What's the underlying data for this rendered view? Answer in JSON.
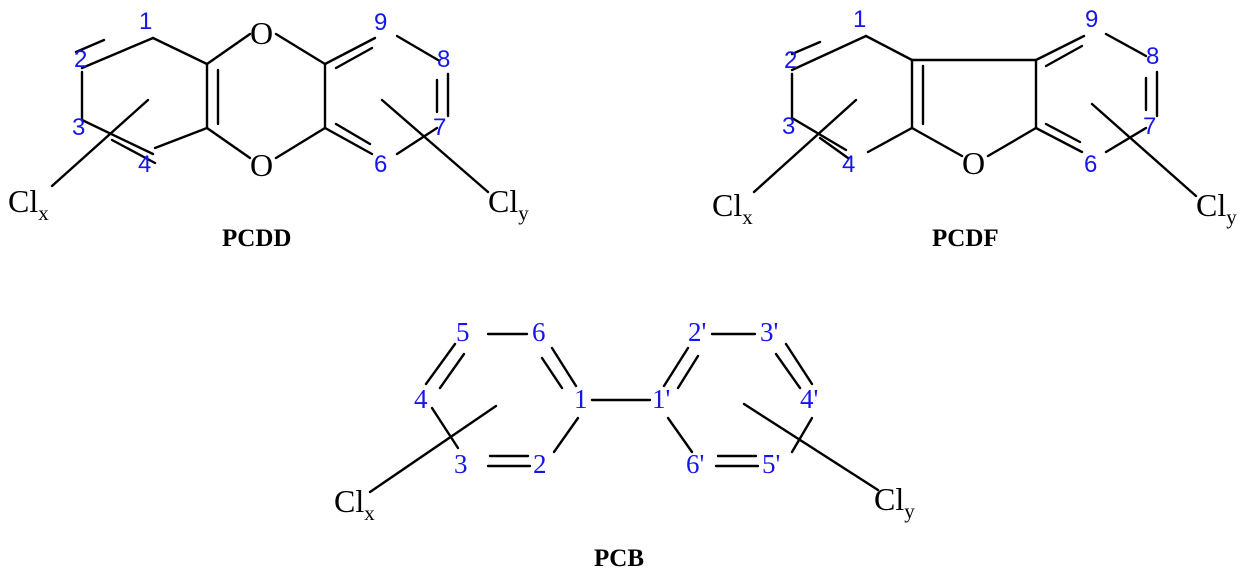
{
  "colors": {
    "numbering": "#1515ee",
    "bonds": "#000000"
  },
  "pcdd": {
    "name": "PCDD",
    "oxygen_label": "O",
    "positions": [
      "1",
      "2",
      "3",
      "4",
      "6",
      "7",
      "8",
      "9"
    ],
    "cl_left": {
      "symbol": "Cl",
      "sub": "x"
    },
    "cl_right": {
      "symbol": "Cl",
      "sub": "y"
    }
  },
  "pcdf": {
    "name": "PCDF",
    "oxygen_label": "O",
    "positions": [
      "1",
      "2",
      "3",
      "4",
      "6",
      "7",
      "8",
      "9"
    ],
    "cl_left": {
      "symbol": "Cl",
      "sub": "x"
    },
    "cl_right": {
      "symbol": "Cl",
      "sub": "y"
    }
  },
  "pcb": {
    "name": "PCB",
    "positions": [
      "1",
      "2",
      "3",
      "4",
      "5",
      "6",
      "1'",
      "2'",
      "3'",
      "4'",
      "5'",
      "6'"
    ],
    "cl_left": {
      "symbol": "Cl",
      "sub": "x"
    },
    "cl_right": {
      "symbol": "Cl",
      "sub": "y"
    }
  }
}
